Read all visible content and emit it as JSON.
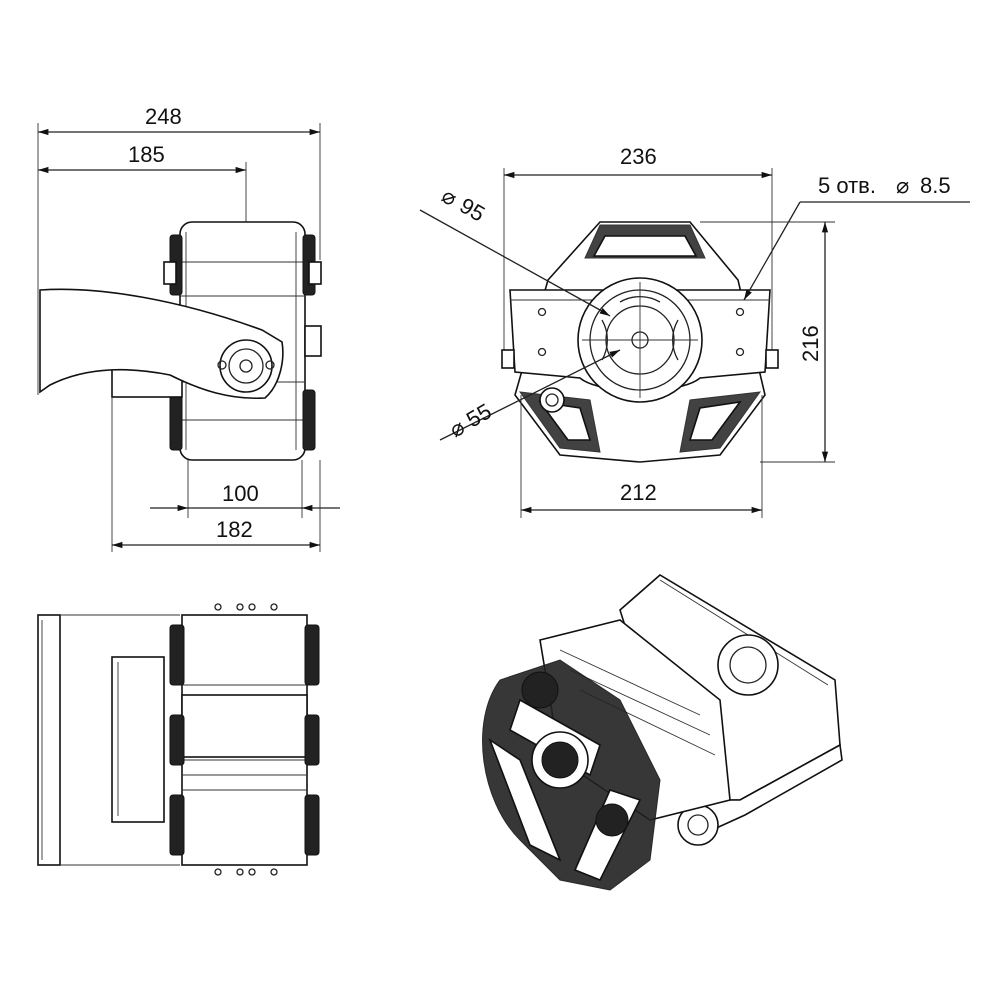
{
  "side_view": {
    "dim_overall_width": "248",
    "dim_axis_offset": "185",
    "dim_body_width": "100",
    "dim_body_depth": "182"
  },
  "front_view": {
    "dim_bracket_width": "236",
    "dim_bracket_height": "216",
    "dim_base_width": "212",
    "dim_diameter_95": "95",
    "dim_diameter_55": "55",
    "dim_holes": "5 отв.",
    "dim_hole_diameter": "8.5"
  }
}
